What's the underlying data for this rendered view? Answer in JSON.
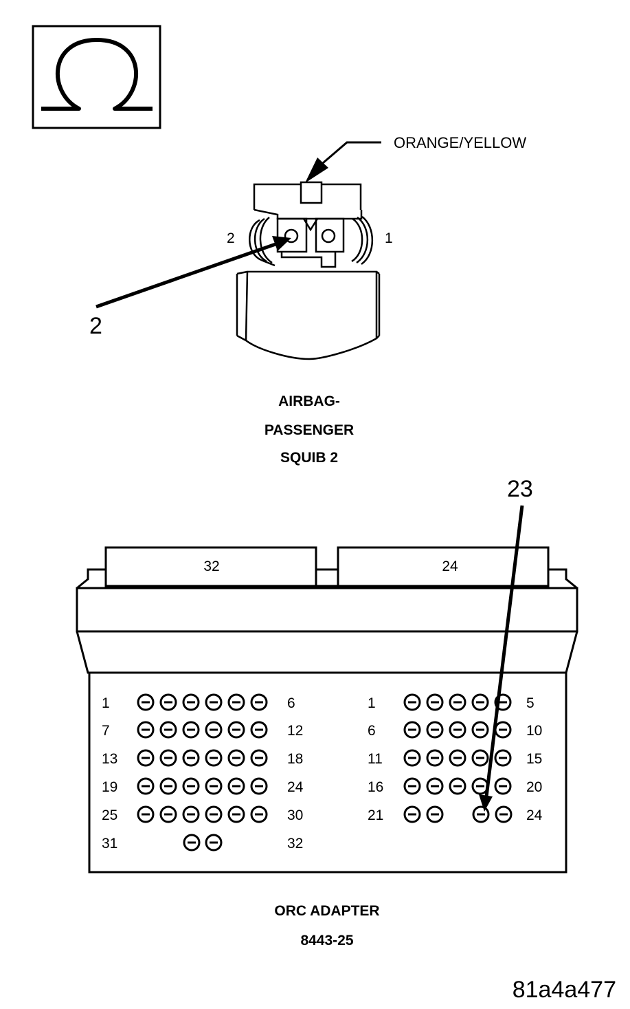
{
  "symbol": {
    "icon": "ohm-icon"
  },
  "squib_connector": {
    "wire_color_label": "ORANGE/YELLOW",
    "terminal_left_label": "2",
    "terminal_right_label": "1",
    "callout_number": "2",
    "caption_lines": [
      "AIRBAG-",
      "PASSENGER",
      "SQUIB 2"
    ]
  },
  "orc_adapter": {
    "callout_number": "23",
    "connector_left": {
      "label": "32",
      "rows": [
        {
          "start": "1",
          "end": "6"
        },
        {
          "start": "7",
          "end": "12"
        },
        {
          "start": "13",
          "end": "18"
        },
        {
          "start": "19",
          "end": "24"
        },
        {
          "start": "25",
          "end": "30"
        },
        {
          "start": "31",
          "end": "32"
        }
      ]
    },
    "connector_right": {
      "label": "24",
      "rows": [
        {
          "start": "1",
          "end": "5"
        },
        {
          "start": "6",
          "end": "10"
        },
        {
          "start": "11",
          "end": "15"
        },
        {
          "start": "16",
          "end": "20"
        },
        {
          "start": "21",
          "end": "24"
        }
      ]
    },
    "caption_lines": [
      "ORC ADAPTER",
      "8443-25"
    ]
  },
  "figure_id": "81a4a477"
}
